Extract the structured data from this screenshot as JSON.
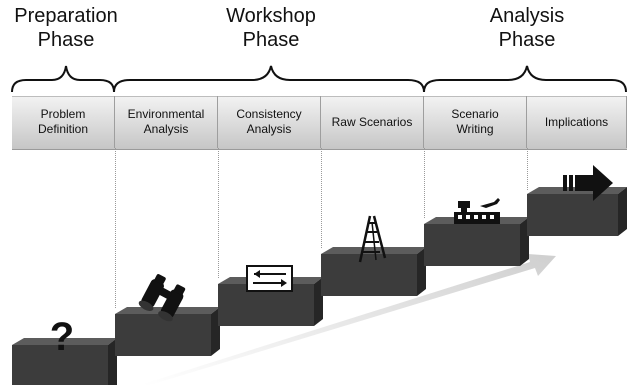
{
  "phases": [
    {
      "id": "preparation",
      "line1": "Preparation",
      "line2": "Phase"
    },
    {
      "id": "workshop",
      "line1": "Workshop",
      "line2": "Phase"
    },
    {
      "id": "analysis",
      "line1": "Analysis",
      "line2": "Phase"
    }
  ],
  "steps": [
    {
      "id": "problem-definition",
      "label": "Problem\nDefinition",
      "icon": "question-mark-icon"
    },
    {
      "id": "environmental-analysis",
      "label": "Environmental\nAnalysis",
      "icon": "binoculars-icon"
    },
    {
      "id": "consistency-analysis",
      "label": "Consistency\nAnalysis",
      "icon": "exchange-arrows-icon"
    },
    {
      "id": "raw-scenarios",
      "label": "Raw Scenarios",
      "icon": "ladder-icon"
    },
    {
      "id": "scenario-writing",
      "label": "Scenario\nWriting",
      "icon": "airport-icon"
    },
    {
      "id": "implications",
      "label": "Implications",
      "icon": "arrow-right-icon"
    }
  ],
  "colors": {
    "block_top": "#5a5a5a",
    "block_front": "#3a3a3a",
    "block_side": "#262626",
    "icon": "#111111",
    "trend_arrow": "#d9d9d9"
  }
}
